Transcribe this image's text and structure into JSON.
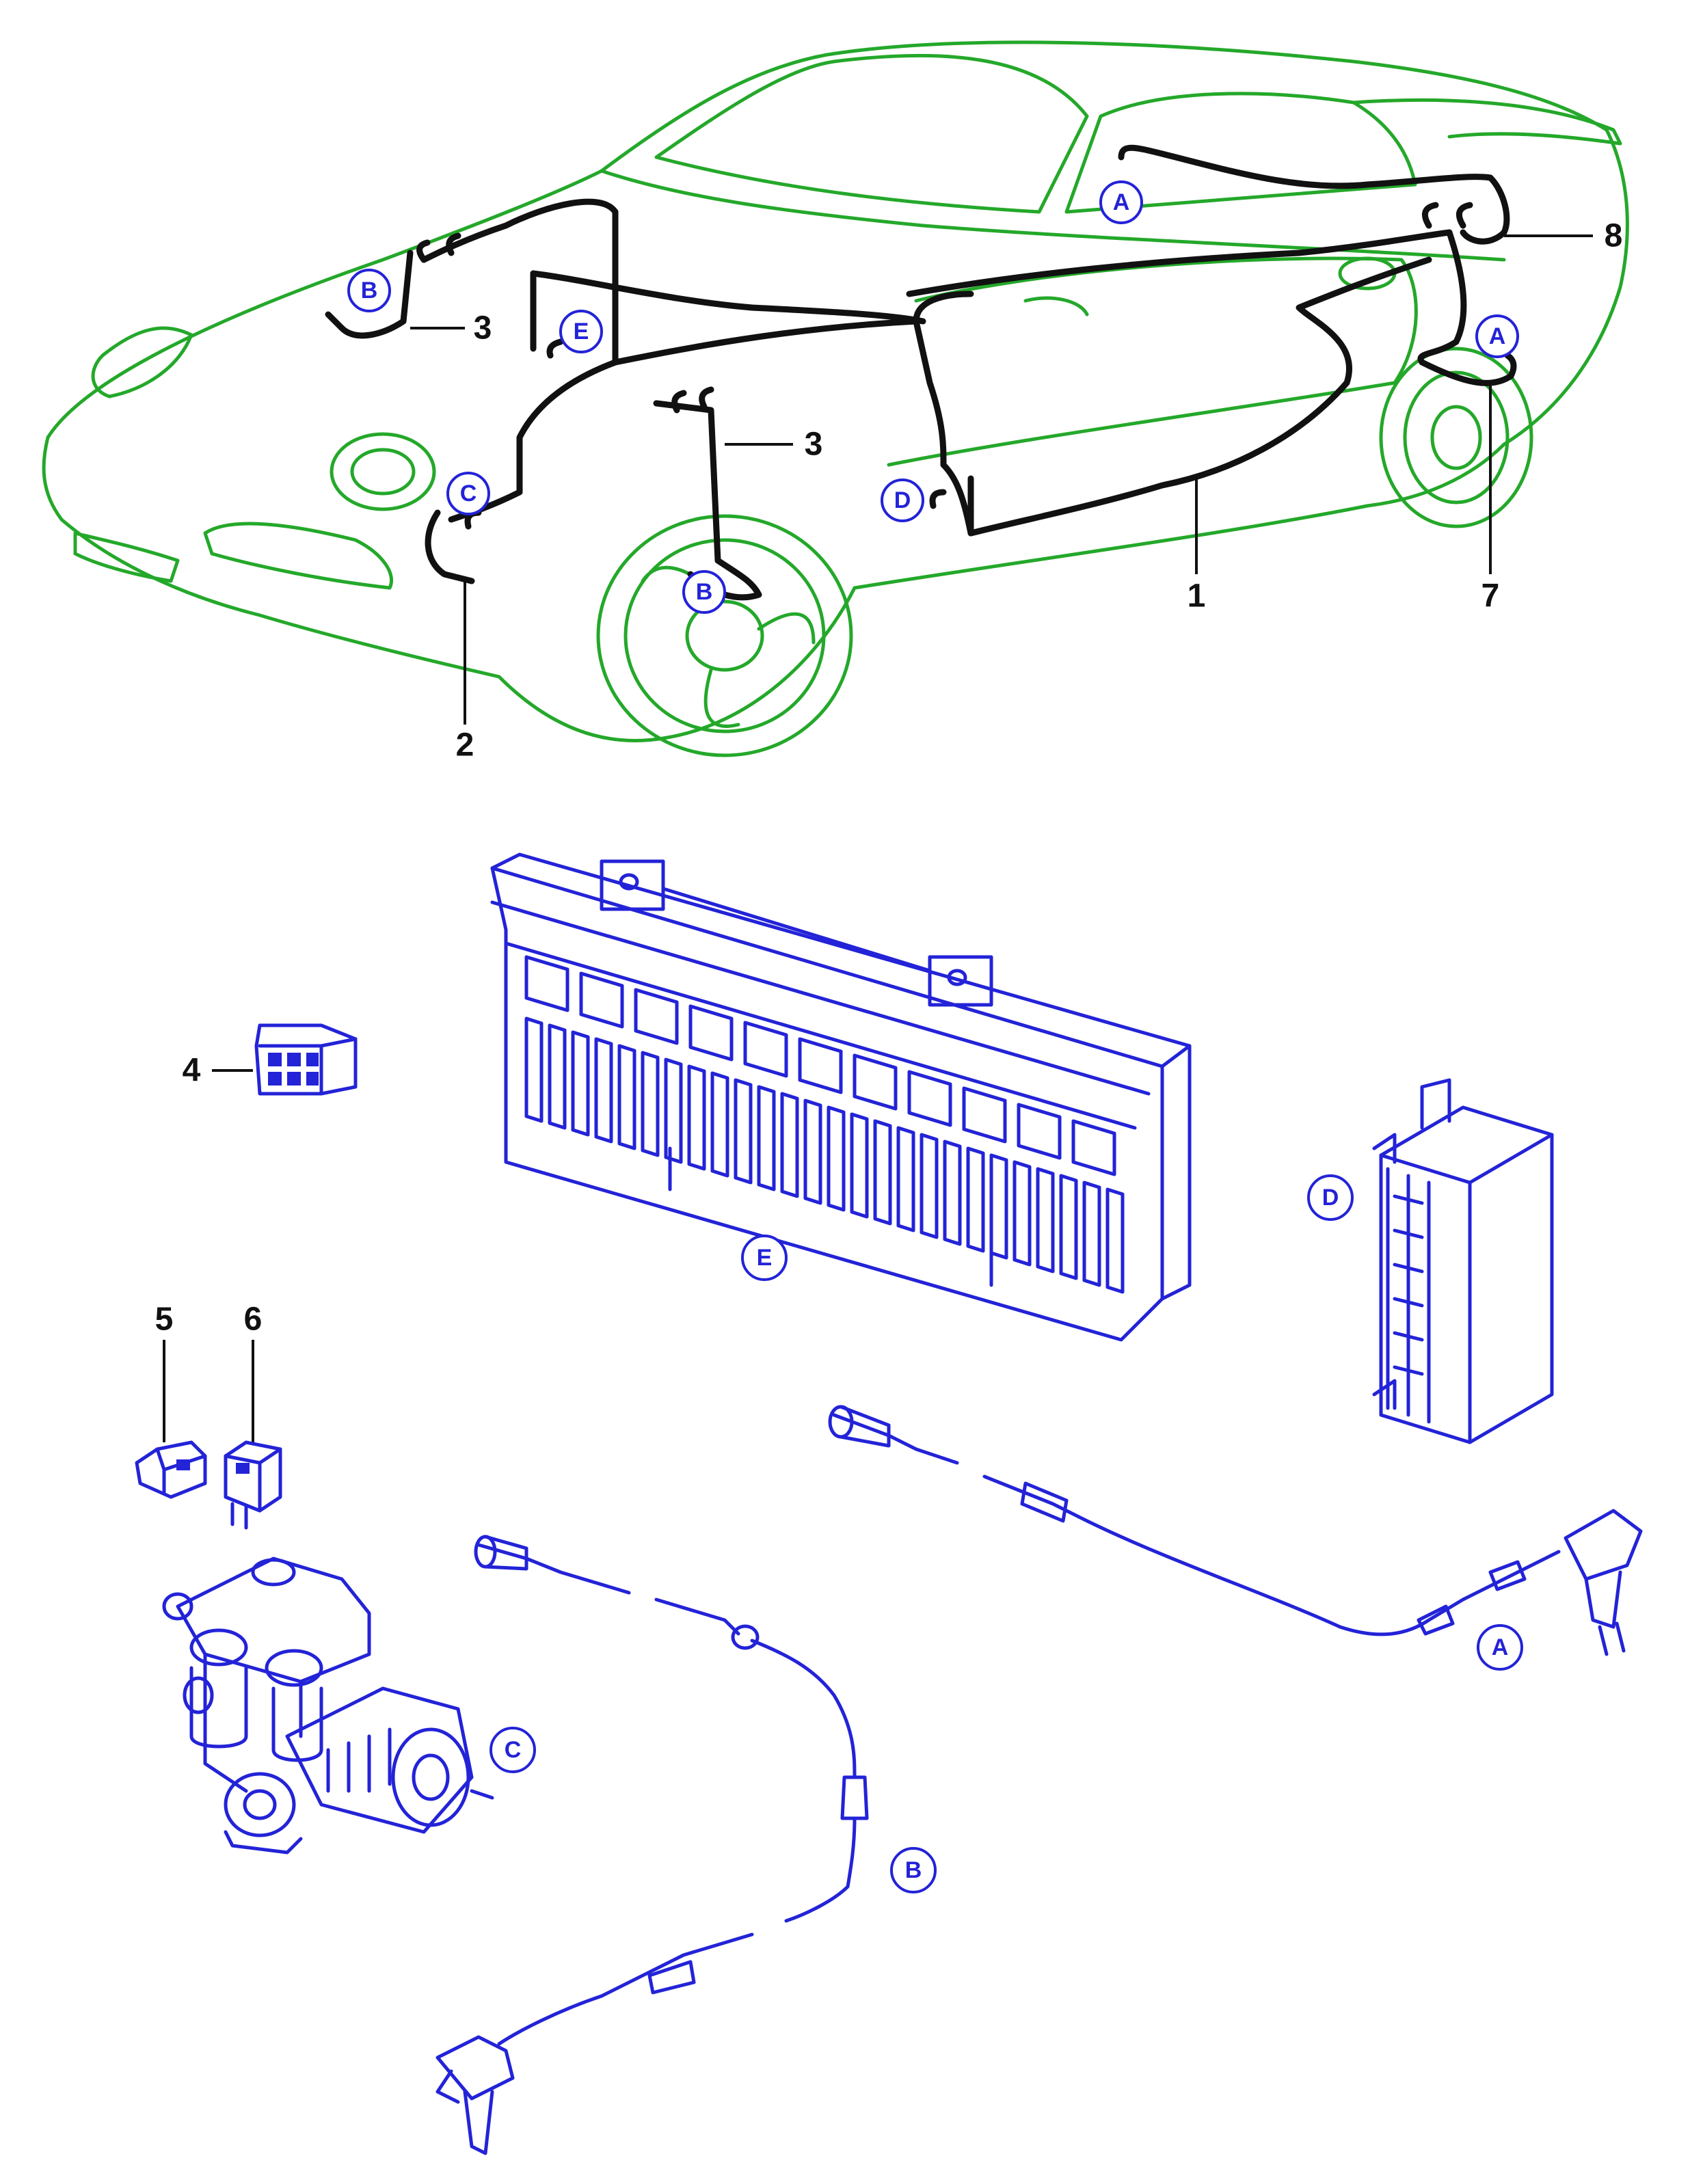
{
  "colors": {
    "car_outline": "#24a82a",
    "harness": "#111111",
    "components": "#2323d8"
  },
  "item_numbers": [
    "1",
    "2",
    "3",
    "4",
    "5",
    "6",
    "7",
    "8"
  ],
  "car_callouts": {
    "front_left_b": "B",
    "engine_bay_e": "E",
    "front_c": "C",
    "wheel_b": "B",
    "door_d": "D",
    "roof_a": "A",
    "rear_a": "A"
  },
  "component_callouts": {
    "fuse_relay_panel": "E",
    "control_unit": "D",
    "hydraulic_unit": "C",
    "front_speed_sensor": "B",
    "rear_speed_sensor": "A"
  }
}
